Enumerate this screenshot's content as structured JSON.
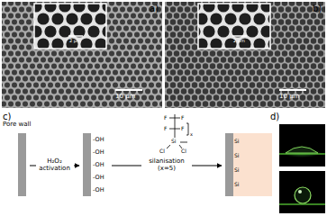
{
  "diagram": {
    "nodes": [
      {
        "text": [
          "Pore wall"
        ]
      },
      {
        "text": [
          "-OH",
          "-OH",
          "-OH",
          "-OH",
          "-OH"
        ]
      },
      {
        "text": [
          "Si",
          "Si",
          "Si",
          "Si"
        ]
      }
    ],
    "edges": [
      {
        "from": 0,
        "to": 1,
        "arrow": "to",
        "label": "H₂O₂ activation"
      },
      {
        "from": 1,
        "to": 2,
        "arrow": "to",
        "label": "silanisation (x=5)"
      }
    ],
    "labels": [
      "a)",
      "10 µm",
      "2 µm",
      "b)",
      "10 µm",
      "2 µm",
      "c)",
      "d)",
      "F",
      "F",
      "F",
      "F",
      "x",
      "Si",
      "Cl",
      "Cl"
    ]
  }
}
